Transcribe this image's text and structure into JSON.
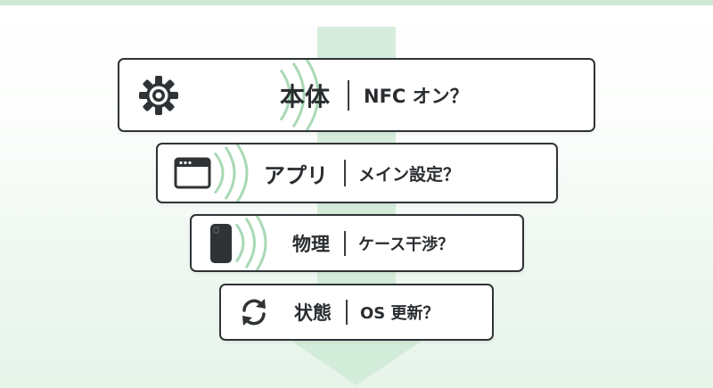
{
  "colors": {
    "accent": "#cfe9d6",
    "arrow": "#cfe9d6",
    "waves": "#a9d9b6",
    "border": "#2f3336",
    "icon": "#2f3336"
  },
  "steps": [
    {
      "category": "本体",
      "question": "NFC オン？",
      "icon": "gear-icon"
    },
    {
      "category": "アプリ",
      "question": "メイン設定？",
      "icon": "app-window-icon"
    },
    {
      "category": "物理",
      "question": "ケース干渉？",
      "icon": "phone-case-icon"
    },
    {
      "category": "状態",
      "question": "OS 更新？",
      "icon": "refresh-icon"
    }
  ]
}
